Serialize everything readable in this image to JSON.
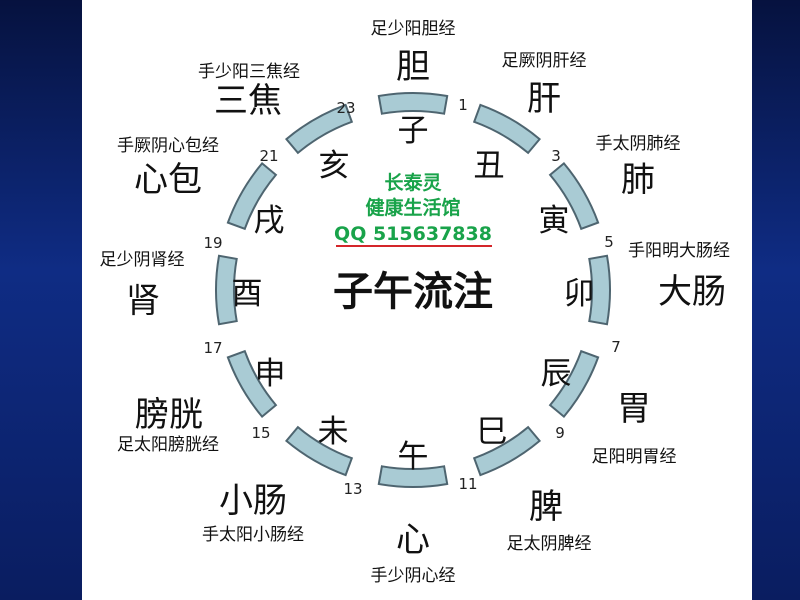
{
  "title": "子午流注",
  "watermark": {
    "line1": "长泰灵",
    "line2": "健康生活馆",
    "line3": "QQ 515637838",
    "color": "#19a34a",
    "underline_color": "#d4262a"
  },
  "colors": {
    "segment_fill": "#a9cbd4",
    "segment_stroke": "#4e6570",
    "side_background": "#0b1a55"
  },
  "hours": [
    "23",
    "1",
    "3",
    "5",
    "7",
    "9",
    "11",
    "13",
    "15",
    "17",
    "19",
    "21"
  ],
  "branches": [
    "子",
    "丑",
    "寅",
    "卯",
    "辰",
    "巳",
    "午",
    "未",
    "申",
    "酉",
    "戌",
    "亥"
  ],
  "organs": [
    "胆",
    "肝",
    "肺",
    "大肠",
    "胃",
    "脾",
    "心",
    "小肠",
    "膀胱",
    "肾",
    "心包",
    "三焦"
  ],
  "meridians": [
    "足少阳胆经",
    "足厥阴肝经",
    "手太阴肺经",
    "手阳明大肠经",
    "足阳明胃经",
    "足太阴脾经",
    "手少阴心经",
    "手太阳小肠经",
    "足太阳膀胱经",
    "足少阴肾经",
    "手厥阴心包经",
    "手少阳三焦经"
  ]
}
